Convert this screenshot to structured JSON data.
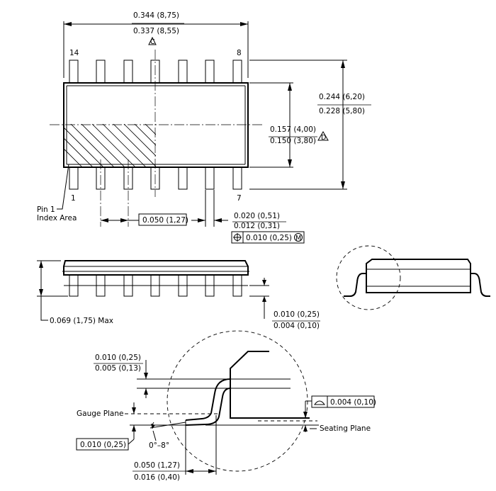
{
  "top_view": {
    "width_max": "0.344 (8,75)",
    "width_min": "0.337 (8,55)",
    "datum_c": "C",
    "pin_14": "14",
    "pin_8": "8",
    "pin_1": "1",
    "pin_7": "7",
    "overall_height_max": "0.244 (6,20)",
    "overall_height_min": "0.228 (5,80)",
    "body_width_max": "0.157 (4,00)",
    "body_width_min": "0.150 (3,80)",
    "datum_d": "D",
    "pin1_label_line1": "Pin 1",
    "pin1_label_line2": "Index Area",
    "pitch": "0.050 (1,27)",
    "lead_width_max": "0.020 (0,51)",
    "lead_width_min": "0.012 (0,31)",
    "position_tolerance": "0.010 (0,25)",
    "mmc_symbol": "M"
  },
  "side_view": {
    "height_max": "0.069 (1,75) Max",
    "standoff_max": "0.010 (0,25)",
    "standoff_min": "0.004 (0,10)"
  },
  "detail_view": {
    "lead_thickness_max": "0.010 (0,25)",
    "lead_thickness_min": "0.005 (0,13)",
    "gauge_plane_label": "Gauge Plane",
    "gauge_dimension": "0.010 (0,25)",
    "angle": "0°–8°",
    "flatness": "0.004 (0,10)",
    "seating_plane_label": "Seating Plane",
    "foot_length_max": "0.050 (1,27)",
    "foot_length_min": "0.016 (0,40)"
  }
}
